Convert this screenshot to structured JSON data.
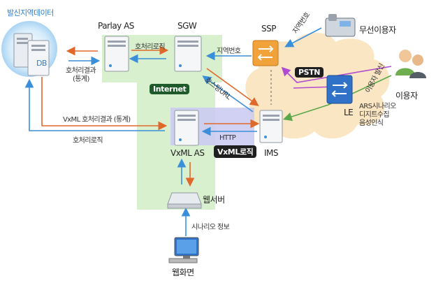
{
  "colors": {
    "orange": "#e0682a",
    "blue": "#3a8fd8",
    "green": "#5aa84a",
    "purple": "#b04ad0",
    "internet_bg": "#d9f0cf",
    "pstn_bg": "#fbe6c4",
    "vxml_highlight": "#c9c9f2"
  },
  "nodes": {
    "db_group": "발신지역데이터",
    "db": "DB",
    "parlay": "Parlay AS",
    "sgw": "SGW",
    "ssp": "SSP",
    "wireless_user": "무선이용자",
    "user": "이용자",
    "le": "LE",
    "ims": "IMS",
    "vxml_as": "VxML AS",
    "web_server": "웹서버",
    "web_screen": "웹화면"
  },
  "badges": {
    "internet": "Internet",
    "pstn": "PSTN",
    "vxml_logic": "VxML로직"
  },
  "edge_labels": {
    "call_logic_top": "호처리로직",
    "call_result_line1": "호처리결과",
    "call_result_line2": "(통계)",
    "region_number_sgw": "지역번호",
    "region_number_ssp": "지역번호",
    "host_url": "호스팅URL",
    "user_call": "이용자 발신",
    "ars_line1": "ARS시나리오",
    "ars_line2": "디지트수집",
    "ars_line3": "음성인식",
    "vxml_result": "VxML 호처리결과 (통계)",
    "call_logic_bottom": "호처리로직",
    "http": "HTTP",
    "scenario_info": "시나리오 정보"
  }
}
